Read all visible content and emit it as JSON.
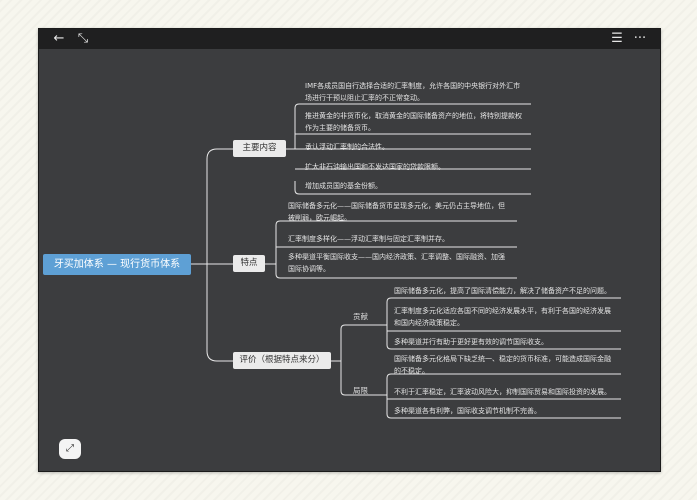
{
  "toolbar": {
    "back_icon": "←",
    "collapse_icon": "⤡",
    "outline_icon": "☰",
    "more_icon": "···"
  },
  "mindmap": {
    "root": "牙买加体系 — 现行货币体系",
    "branches": [
      {
        "label": "主要内容",
        "items": [
          [
            "IMF各成员国自行选择合适的汇率制度，允许各国的中央银行对外汇市",
            "场进行干预以阻止汇率的不正常变动。"
          ],
          [
            "推进黄金的非货币化，取消黄金的国际储备资产的地位，将特别提款权",
            "作为主要的储备货币。"
          ],
          [
            "承认浮动汇率制的合法性。"
          ],
          [
            "扩大非石油输出国和不发达国家的贷款限额。"
          ],
          [
            "增加成员国的基金份额。"
          ]
        ]
      },
      {
        "label": "特点",
        "items": [
          [
            "国际储备多元化——国际储备货币呈现多元化，美元仍占主导地位，但",
            "被削弱，欧元崛起。"
          ],
          [
            "汇率制度多样化——浮动汇率制与固定汇率制并存。"
          ],
          [
            "多种渠道平衡国际收支——国内经济政策、汇率调整、国际融资、加强",
            "国际协调等。"
          ]
        ]
      },
      {
        "label": "评价（根据特点来分）",
        "groups": [
          {
            "label": "贡献",
            "items": [
              [
                "国际储备多元化，提高了国际清偿能力，解决了储备资产不足的问题。"
              ],
              [
                "汇率制度多元化适应各国不同的经济发展水平，有利于各国的经济发展",
                "和国内经济政策稳定。"
              ],
              [
                "多种渠道并行有助于更好更有效的调节国际收支。"
              ]
            ]
          },
          {
            "label": "局限",
            "items": [
              [
                "国际储备多元化格局下缺乏统一、稳定的货币标准，可能造成国际金融",
                "的不稳定。"
              ],
              [
                "不利于汇率稳定，汇率波动风险大，抑制国际贸易和国际投资的发展。"
              ],
              [
                "多种渠道各有利弊，国际收支调节机制不完善。"
              ]
            ]
          }
        ]
      }
    ]
  },
  "fab": {
    "icon": "⤢"
  },
  "colors": {
    "canvas": "#3c3d3f",
    "root": "#5ea0d5",
    "lines": "#e8e8e8",
    "topbar": "#1f1f20"
  }
}
